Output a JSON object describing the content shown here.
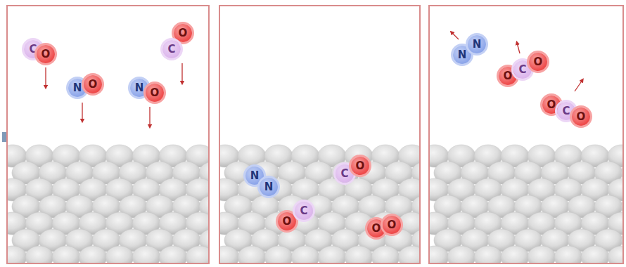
{
  "diagram": {
    "nodes": [
      {
        "text": [
          "C"
        ]
      },
      {
        "text": [
          "O"
        ]
      },
      {
        "text": [
          "N"
        ]
      },
      {
        "text": [
          "O"
        ]
      },
      {
        "text": [
          "N"
        ]
      },
      {
        "text": [
          "O"
        ]
      },
      {
        "text": [
          "O"
        ]
      },
      {
        "text": [
          "C"
        ]
      },
      {
        "text": [
          "N"
        ]
      },
      {
        "text": [
          "N"
        ]
      },
      {
        "text": [
          "C"
        ]
      },
      {
        "text": [
          "O"
        ]
      },
      {
        "text": [
          "O"
        ]
      },
      {
        "text": [
          "C"
        ]
      },
      {
        "text": [
          "O"
        ]
      },
      {
        "text": [
          "O"
        ]
      },
      {
        "text": [
          "N"
        ]
      },
      {
        "text": [
          "N"
        ]
      },
      {
        "text": [
          "O"
        ]
      },
      {
        "text": [
          "C"
        ]
      },
      {
        "text": [
          "O"
        ]
      },
      {
        "text": [
          "O"
        ]
      },
      {
        "text": [
          "C"
        ]
      },
      {
        "text": [
          "O"
        ]
      }
    ]
  }
}
